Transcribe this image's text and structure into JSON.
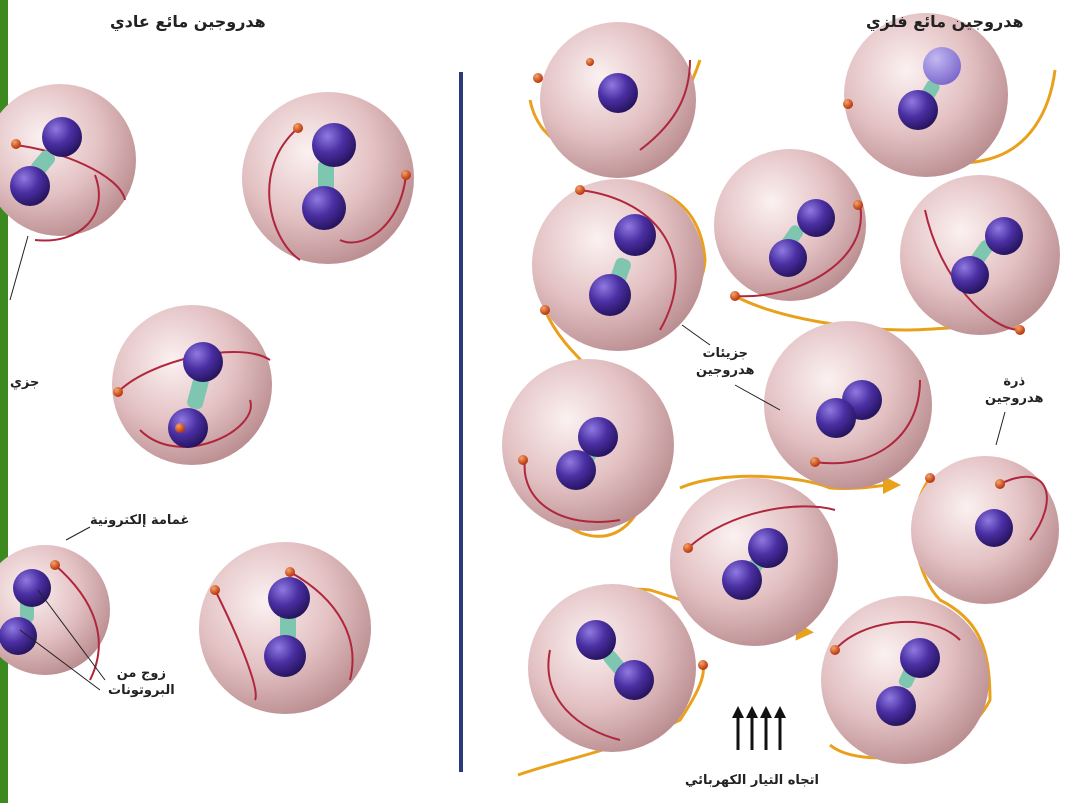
{
  "left_panel": {
    "title": "هدروجين مائع عادي",
    "labels": {
      "molecule_partial": "جزي",
      "electron_cloud": "غمامة إلكترونية",
      "proton_pair_line1": "زوج من",
      "proton_pair_line2": "البروتونات"
    }
  },
  "right_panel": {
    "title": "هدروجين مائع فلزي",
    "labels": {
      "molecules_line1": "جزيئات",
      "molecules_line2": "هدروجين",
      "atom_line1": "ذرة",
      "atom_line2": "هدروجين",
      "current_direction": "اتجاه التيار الكهربائي"
    }
  },
  "colors": {
    "divider": "#2b3a7a",
    "sphere": "#e8c8c8",
    "sphere_shade": "#b98c8f",
    "nucleus": "#4a2fa3",
    "bond": "#7fc6b0",
    "orbit": "#b0263c",
    "electron": "#d4551a",
    "current_path": "#e9a11b",
    "accent_bar": "#3c8a1f"
  }
}
